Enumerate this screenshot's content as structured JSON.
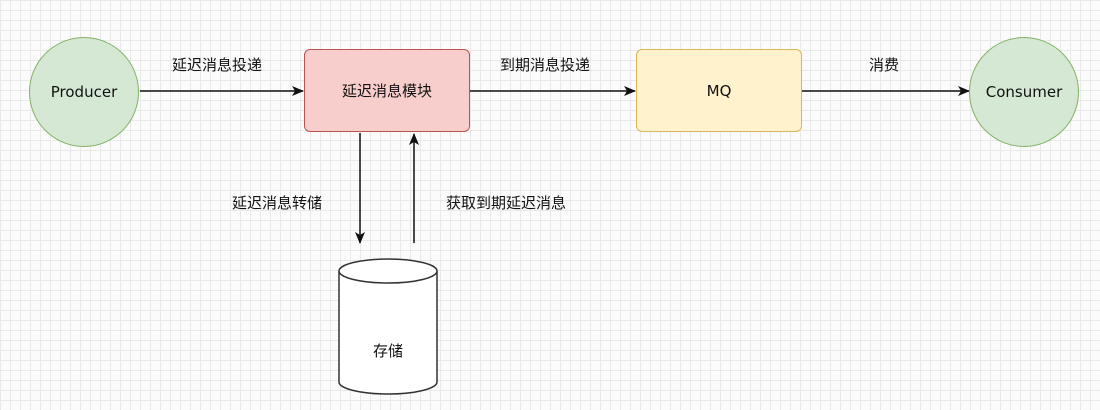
{
  "nodes": {
    "producer": "Producer",
    "delay_module": "延迟消息模块",
    "mq": "MQ",
    "consumer": "Consumer",
    "storage": "存储"
  },
  "edges": {
    "producer_to_delay": "延迟消息投递",
    "delay_to_mq": "到期消息投递",
    "mq_to_consumer": "消费",
    "delay_to_storage": "延迟消息转储",
    "storage_to_delay": "获取到期延迟消息"
  },
  "colors": {
    "producer_fill": "#d5e8d4",
    "producer_stroke": "#82b366",
    "delay_fill": "#f8cecc",
    "delay_stroke": "#b85450",
    "mq_fill": "#fff2cc",
    "mq_stroke": "#d6b656",
    "storage_fill": "#ffffff",
    "storage_stroke": "#333333",
    "arrow": "#111111"
  }
}
